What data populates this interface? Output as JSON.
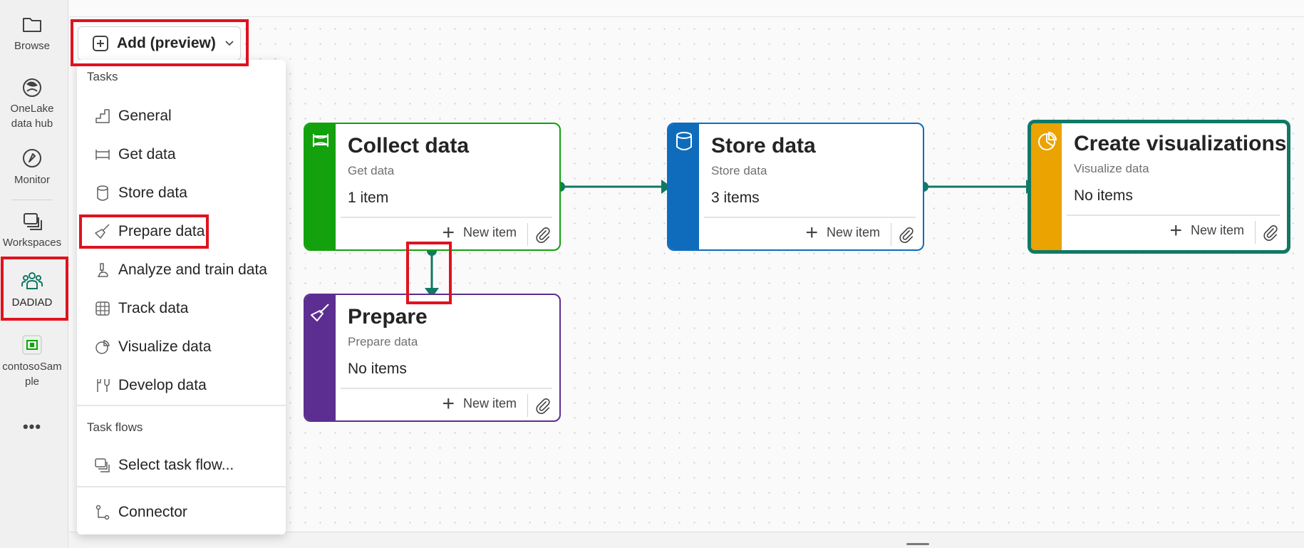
{
  "rail": {
    "items": [
      {
        "label": "Browse",
        "icon": "folder-icon"
      },
      {
        "label": "OneLake\ndata hub",
        "icon": "onelake-icon"
      },
      {
        "label": "Monitor",
        "icon": "monitor-icon"
      },
      {
        "label": "Workspaces",
        "icon": "workspaces-icon"
      },
      {
        "label": "DADIAD",
        "icon": "people-icon"
      },
      {
        "label": "contosoSam\nple",
        "icon": "workspace-app-icon"
      }
    ],
    "more": "•••"
  },
  "toolbar": {
    "add_label": "Add (preview)",
    "chevron": "⌄"
  },
  "menu": {
    "tasks_header": "Tasks",
    "tasks": [
      {
        "label": "General",
        "icon": "general-icon"
      },
      {
        "label": "Get data",
        "icon": "get-data-icon"
      },
      {
        "label": "Store data",
        "icon": "store-data-icon"
      },
      {
        "label": "Prepare data",
        "icon": "prepare-data-icon"
      },
      {
        "label": "Analyze and train data",
        "icon": "analyze-icon"
      },
      {
        "label": "Track data",
        "icon": "track-data-icon"
      },
      {
        "label": "Visualize data",
        "icon": "visualize-icon"
      },
      {
        "label": "Develop data",
        "icon": "develop-icon"
      }
    ],
    "taskflows_header": "Task flows",
    "select_task_flow": "Select task flow...",
    "connector": "Connector"
  },
  "cards": [
    {
      "title": "Collect data",
      "subtitle": "Get data",
      "count": "1 item",
      "new_item": "New item",
      "color": "#13a10e",
      "icon": "get-data-icon"
    },
    {
      "title": "Store data",
      "subtitle": "Store data",
      "count": "3 items",
      "new_item": "New item",
      "color": "#0f6cbd",
      "icon": "store-data-icon"
    },
    {
      "title": "Create visualizations",
      "subtitle": "Visualize data",
      "count": "No items",
      "new_item": "New item",
      "color": "#eaa300",
      "icon": "visualize-icon"
    },
    {
      "title": "Prepare",
      "subtitle": "Prepare data",
      "count": "No items",
      "new_item": "New item",
      "color": "#5c2e91",
      "icon": "prepare-data-icon"
    }
  ],
  "colors": {
    "connector": "#117865",
    "highlight": "#e0121e",
    "selected_border": "#117865"
  }
}
